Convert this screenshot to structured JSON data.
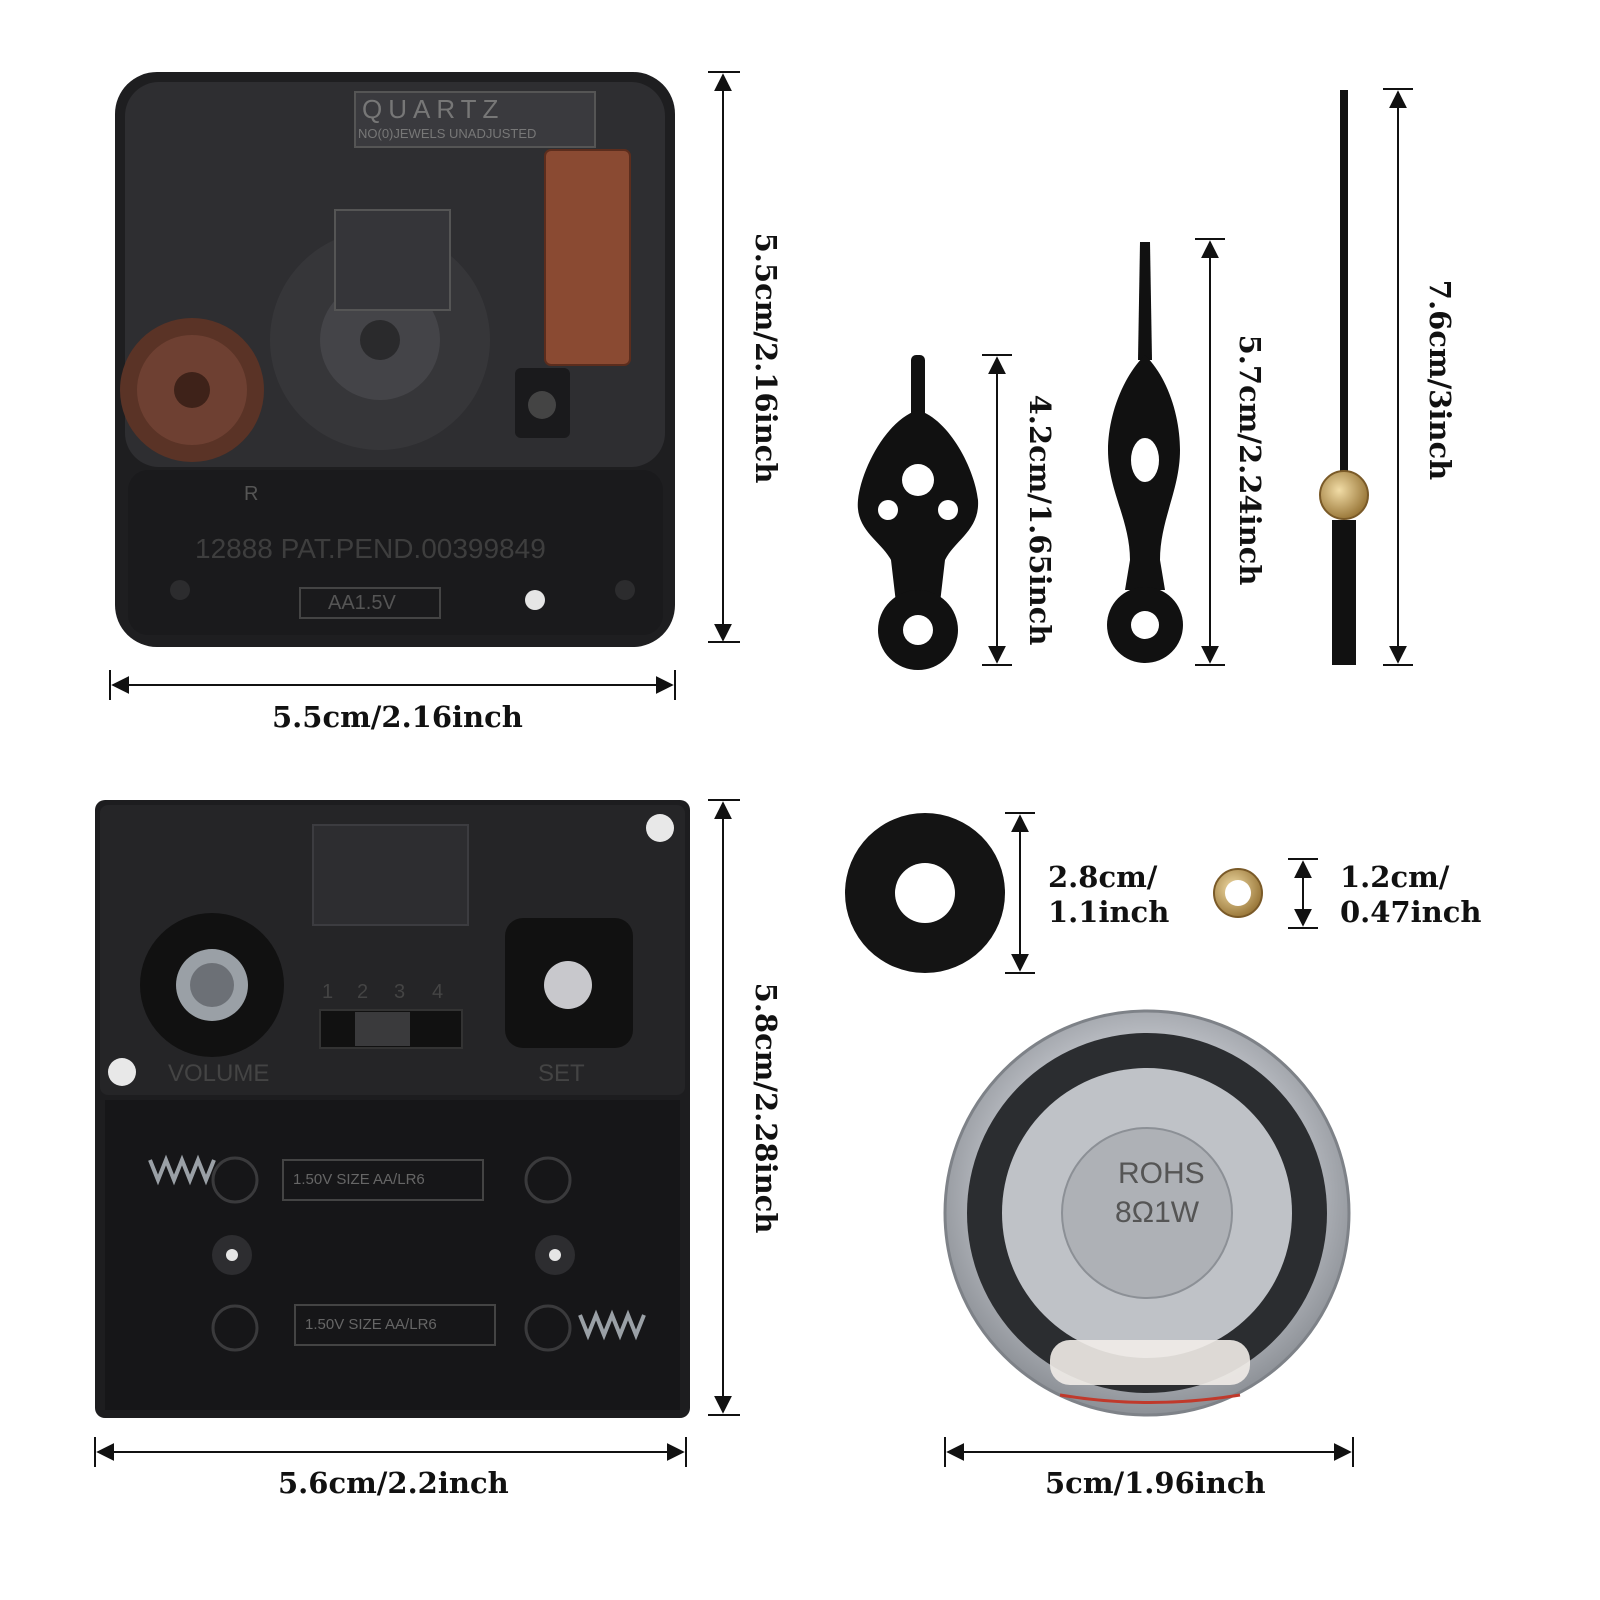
{
  "colors": {
    "background": "#ffffff",
    "movement_body": "#2a2a2c",
    "movement_dark": "#1a1a1c",
    "coil": "#8a4a32",
    "gear": "#5a3326",
    "brass": "#c7a56a",
    "speaker_metal": "#c9ccd1",
    "dimension_line": "#111111"
  },
  "dimensions": {
    "quartz_height": "5.5cm/2.16inch",
    "quartz_width": "5.5cm/2.16inch",
    "hour_hand": "4.2cm/1.65inch",
    "minute_hand": "5.7cm/2.24inch",
    "second_hand": "7.6cm/3inch",
    "chime_height": "5.8cm/2.28inch",
    "chime_width": "5.6cm/2.2inch",
    "washer_line1": "2.8cm/",
    "washer_line2": "1.1inch",
    "nut_line1": "1.2cm/",
    "nut_line2": "0.47inch",
    "speaker_width": "5cm/1.96inch"
  },
  "quartz_movement": {
    "brand": "QUARTZ",
    "subtitle": "NO(0)JEWELS UNADJUSTED",
    "mark": "R",
    "patent": "12888  PAT.PEND.00399849",
    "battery": "AA1.5V"
  },
  "chime_movement": {
    "volume_label": "VOLUME",
    "set_label": "SET",
    "switch_positions": [
      "1",
      "2",
      "3",
      "4"
    ],
    "battery_1": "1.50V  SIZE  AA/LR6",
    "battery_2": "1.50V  SIZE  AA/LR6"
  },
  "speaker": {
    "line1": "ROHS",
    "line2": "8Ω1W"
  }
}
